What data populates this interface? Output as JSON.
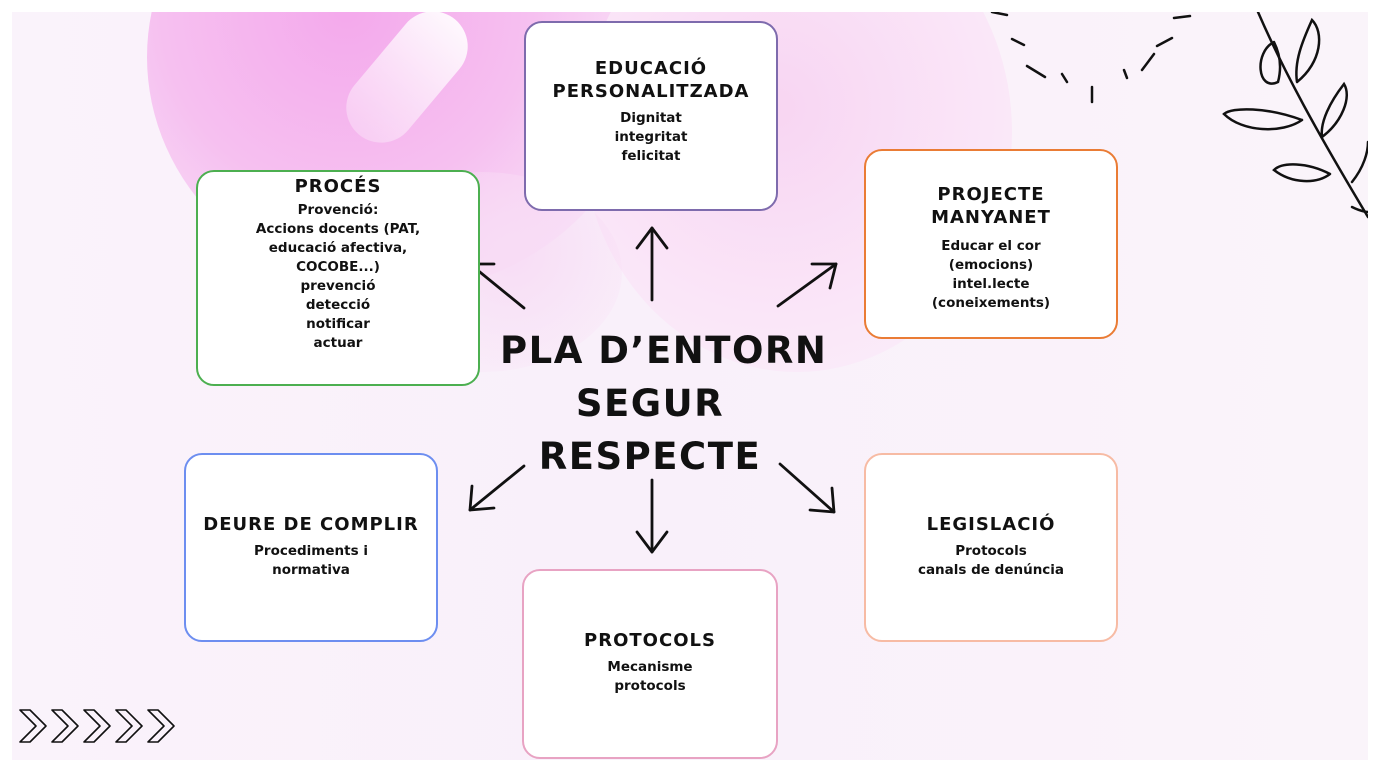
{
  "center": {
    "line1": "PLA D’ENTORN",
    "line2": "SEGUR",
    "line3": "RESPECTE"
  },
  "boxes": {
    "educacio": {
      "title1": "EDUCACIÓ",
      "title2": "PERSONALITZADA",
      "text": "Dignitat\nintegritat\nfelicitat",
      "color": "#7e6bad"
    },
    "proces": {
      "title": "PROCÉS",
      "text": "Provenció:\nAccions docents (PAT,\neducació afectiva,\nCOCOBE...)\nprevenció\ndetecció\nnotificar\nactuar",
      "color": "#4caf50"
    },
    "projecte": {
      "title1": "PROJECTE",
      "title2": "MANYANET",
      "text": "Educar el cor\n(emocions)\nintel.lecte\n(coneixements)",
      "color": "#ea7c35"
    },
    "deure": {
      "title": "DEURE DE COMPLIR",
      "text": "Procediments i\nnormativa",
      "color": "#6d8ef0"
    },
    "legislacio": {
      "title": "LEGISLACIÓ",
      "text": "Protocols\ncanals de denúncia",
      "color": "#f7bba4"
    },
    "protocols": {
      "title": "PROTOCOLS",
      "text": "Mecanisme\nprotocols",
      "color": "#e8a3c3"
    }
  },
  "icons": {
    "chevrons": "chevron-right-icon",
    "leaf": "leaf-branch-icon",
    "sunburst": "sunburst-rays-icon"
  }
}
